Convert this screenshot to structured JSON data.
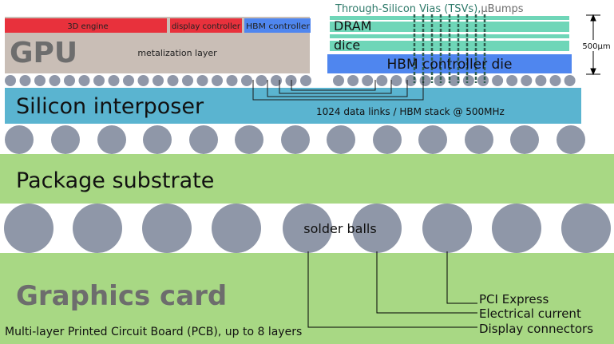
{
  "gpu": {
    "label": "GPU",
    "engine": "3D engine",
    "display": "display controller",
    "hbm_ctrl": "HBM controller",
    "metal": "metalization layer"
  },
  "hbm": {
    "tsv": "Through-Silicon Vias (TSVs),",
    "ubumps": "µBumps",
    "dram": "DRAM",
    "dice": "dice",
    "controller_die": "HBM controller die",
    "height": "500µm"
  },
  "interposer": {
    "label": "Silicon interposer",
    "links": "1024 data links / HBM stack @ 500MHz"
  },
  "substrate": {
    "label": "Package substrate"
  },
  "solder": {
    "label": "solder balls"
  },
  "card": {
    "label": "Graphics card",
    "pcb": "Multi-layer Printed Circuit Board (PCB), up to 8 layers"
  },
  "callouts": {
    "pci": "PCI Express",
    "current": "Electrical current",
    "display": "Display connectors"
  },
  "colors": {
    "gpu_die": "#c9beb6",
    "red": "#e8313c",
    "blue": "#4f86ef",
    "interposer": "#5ab4d0",
    "green": "#a8d884",
    "ball": "#8f97a8",
    "dram": "#6fd6b8",
    "gray_text": "#6d6d6d",
    "tsv": "#2e5d4f"
  }
}
